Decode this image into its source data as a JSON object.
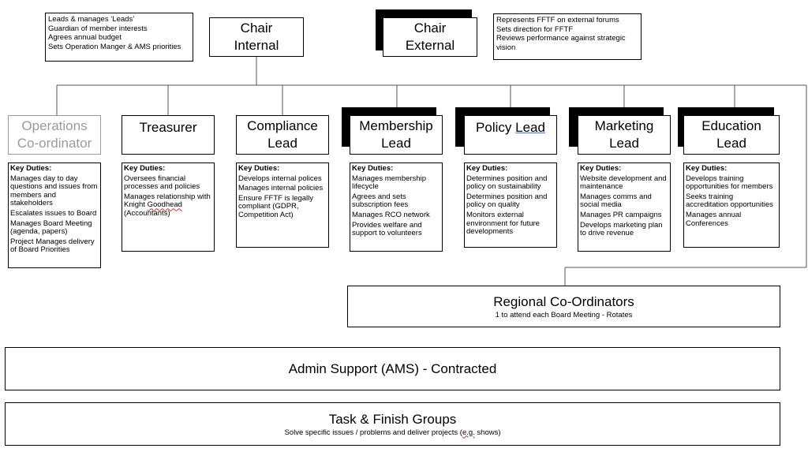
{
  "chair_internal": {
    "line1": "Chair",
    "line2": "Internal"
  },
  "chair_external": {
    "line1": "Chair",
    "line2": "External"
  },
  "internal_notes": [
    "Leads & manages ‘Leads’",
    "Guardian of member interests",
    "Agrees annual budget",
    "Sets Operation Manger & AMS priorities"
  ],
  "external_notes": [
    "Represents FFTF on external forums",
    "Sets direction for FFTF",
    "Reviews performance against strategic vision"
  ],
  "duties_heading": "Key Duties:",
  "operations": {
    "line1": "Operations",
    "line2": "Co-ordinator",
    "duties": [
      "Manages day to day questions and issues from members and stakeholders",
      "Escalates issues to Board",
      "Manages Board Meeting (agenda, papers)",
      "Project Manages delivery of Board Priorities"
    ]
  },
  "treasurer": {
    "line1": "Treasurer",
    "duties": [
      "Oversees financial processes and policies"
    ],
    "duty2_prefix": "Manages relationship with Knight ",
    "duty2_underlined": "Goodhead",
    "duty2_suffix": " (Accountants)"
  },
  "compliance": {
    "line1": "Compliance",
    "line2": "Lead",
    "duties": [
      "Develops internal polices",
      "Manages internal policies",
      "Ensure FFTF is legally compliant (GDPR, Competition Act)"
    ]
  },
  "membership": {
    "line1": "Membership",
    "line2": "Lead",
    "duties": [
      "Manages membership lifecycle",
      "Agrees and sets subscription fees",
      "Manages RCO network",
      "Provides welfare and support to volunteers"
    ]
  },
  "policy": {
    "line1_prefix": "Policy ",
    "line1_underlined": "Lead",
    "duties": [
      "Determines position and policy on sustainability",
      "Determines position and policy on quality",
      "Monitors external environment for future developments"
    ]
  },
  "marketing": {
    "line1": "Marketing",
    "line2": "Lead",
    "duties": [
      "Website development and maintenance",
      "Manages comms and social media",
      "Manages PR campaigns",
      "Develops marketing plan to drive revenue"
    ]
  },
  "education": {
    "line1": "Education",
    "line2": "Lead",
    "duties": [
      "Develops training opportunities for members",
      "Seeks training accreditation opportunities",
      "Manages annual Conferences"
    ]
  },
  "regional": {
    "title": "Regional Co-Ordinators",
    "subtitle": "1 to attend each Board Meeting - Rotates"
  },
  "admin": {
    "title": "Admin Support (AMS) - Contracted"
  },
  "task": {
    "title": "Task & Finish Groups",
    "subtitle_prefix": "Solve specific issues / problems and deliver projects (",
    "subtitle_underlined": "e.g.",
    "subtitle_suffix": " shows)"
  }
}
